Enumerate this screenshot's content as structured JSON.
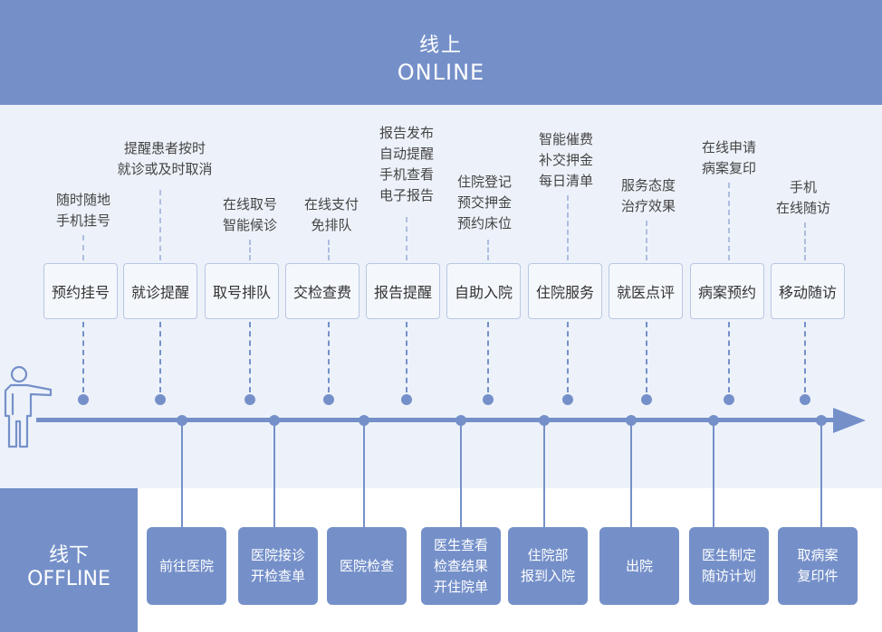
{
  "header": {
    "title_cn": "线上",
    "title_en": "ONLINE"
  },
  "offline": {
    "title_cn": "线下",
    "title_en": "OFFLINE"
  },
  "online_steps": [
    {
      "label": "预约挂号",
      "note": "随时随地\n手机挂号"
    },
    {
      "label": "就诊提醒",
      "note": "提醒患者按时\n就诊或及时取消"
    },
    {
      "label": "取号排队",
      "note": "在线取号\n智能候诊"
    },
    {
      "label": "交检查费",
      "note": "在线支付\n免排队"
    },
    {
      "label": "报告提醒",
      "note": "报告发布\n自动提醒\n手机查看\n电子报告"
    },
    {
      "label": "自助入院",
      "note": "住院登记\n预交押金\n预约床位"
    },
    {
      "label": "住院服务",
      "note": "智能催费\n补交押金\n每日清单"
    },
    {
      "label": "就医点评",
      "note": "服务态度\n治疗效果"
    },
    {
      "label": "病案预约",
      "note": "在线申请\n病案复印"
    },
    {
      "label": "移动随访",
      "note": "手机\n在线随访"
    }
  ],
  "offline_steps": [
    {
      "label": "前往医院"
    },
    {
      "label": "医院接诊\n开检查单"
    },
    {
      "label": "医院检查"
    },
    {
      "label": "医生查看\n检查结果\n开住院单"
    },
    {
      "label": "住院部\n报到入院"
    },
    {
      "label": "出院"
    },
    {
      "label": "医生制定\n随访计划"
    },
    {
      "label": "取病案\n复印件"
    }
  ]
}
